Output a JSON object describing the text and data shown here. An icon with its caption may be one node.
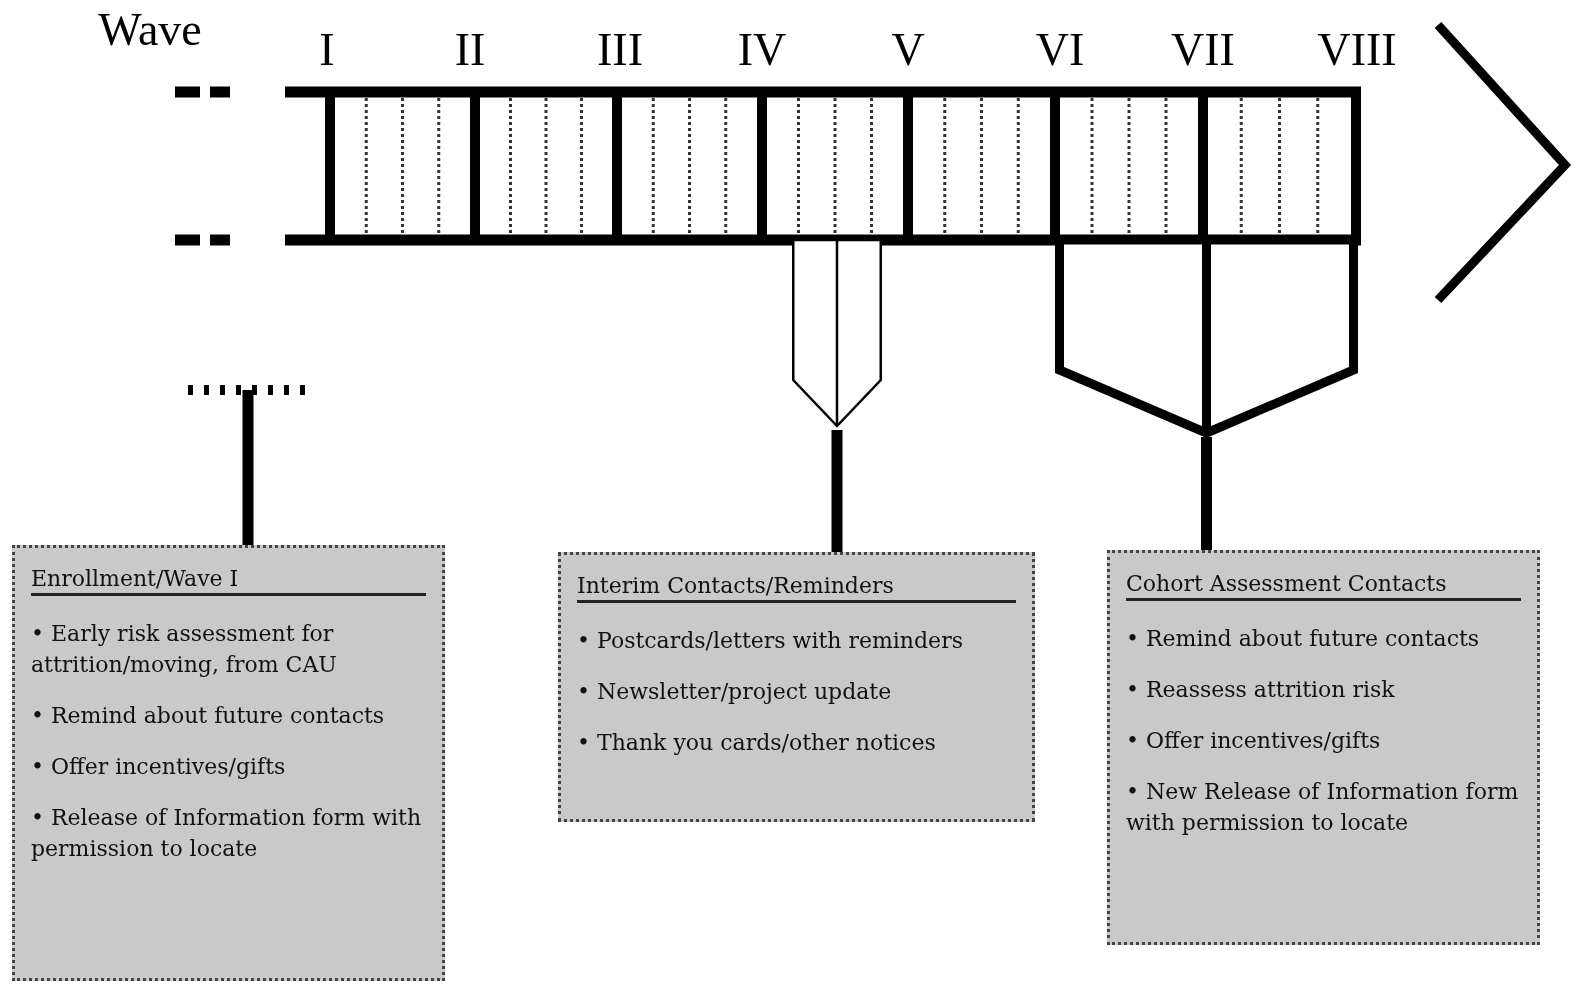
{
  "diagram": {
    "nodes": [
      {
        "text": [],
        "shape": "bar"
      },
      {
        "text": [],
        "shape": "pentagon"
      },
      {
        "text": [],
        "shape": "pentagon"
      },
      {
        "text": [
          "Enrollment/Wave I",
          "• Early risk assessment for attrition/moving, from CAU",
          "• Remind about future contacts",
          "• Offer incentives/gifts",
          "• Release of Information form with permission to locate"
        ]
      },
      {
        "text": [
          "Interim Contacts/Reminders",
          "• Postcards/letters with reminders",
          "• Newsletter/project update",
          "• Thank you cards/other notices"
        ]
      },
      {
        "text": [
          "Cohort Assessment Contacts",
          "• Remind about future contacts",
          "• Reassess attrition risk",
          "• Offer incentives/gifts",
          "• New Release of Information form with permission to locate"
        ]
      }
    ],
    "edges": [
      {
        "from": 0,
        "to": 3,
        "arrow": "none"
      },
      {
        "from": 1,
        "to": 4,
        "arrow": "none"
      },
      {
        "from": 2,
        "to": 5,
        "arrow": "none"
      }
    ],
    "labels": [
      "Wave",
      "I",
      "II",
      "III",
      "IV",
      "V",
      "VI",
      "VII",
      "VIII"
    ]
  }
}
